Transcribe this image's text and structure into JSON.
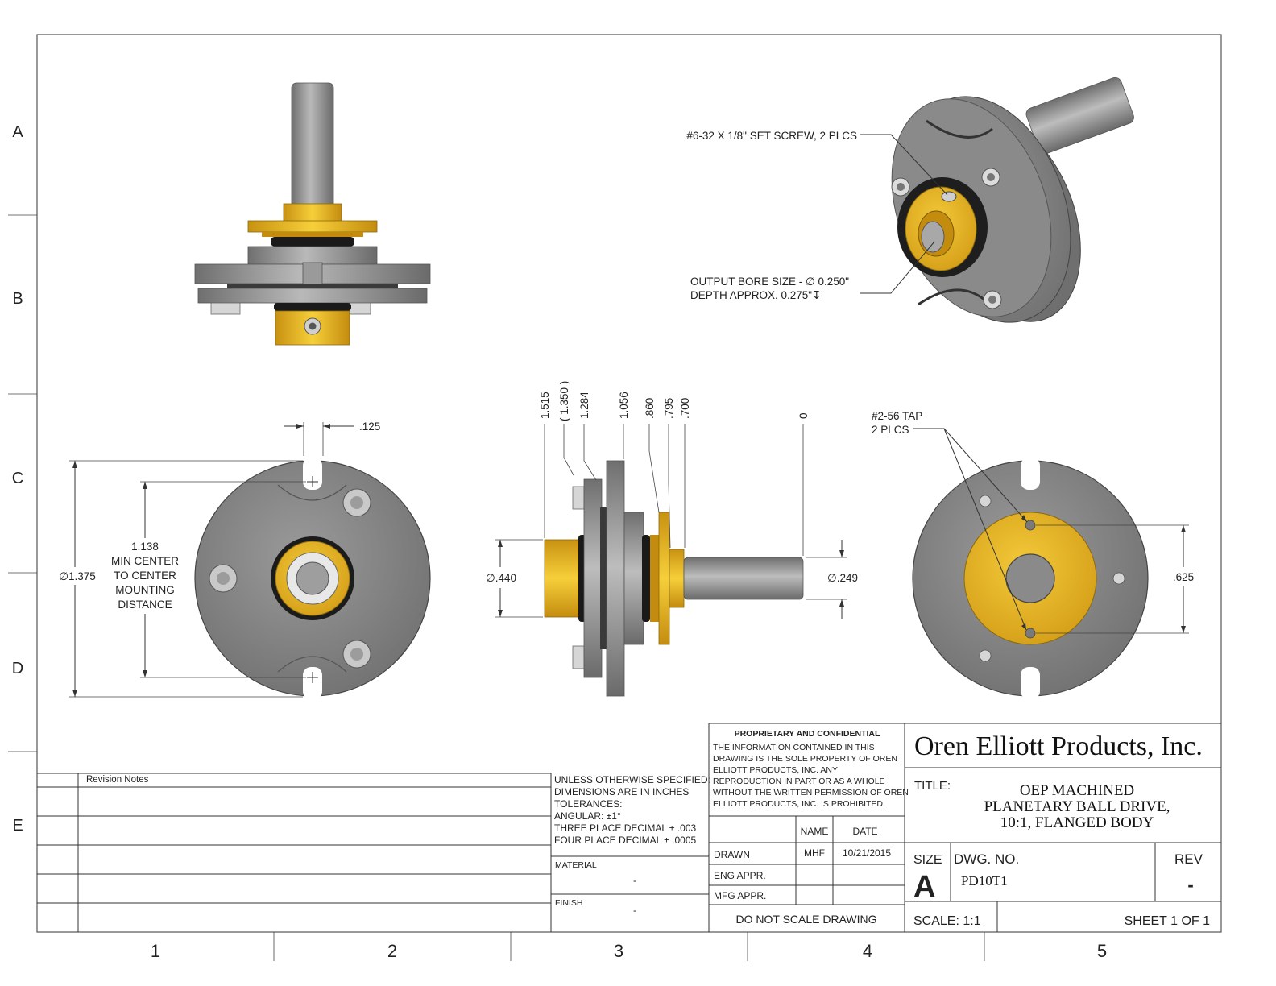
{
  "zones": {
    "rows": [
      "A",
      "B",
      "C",
      "D",
      "E"
    ],
    "cols": [
      "1",
      "2",
      "3",
      "4",
      "5"
    ]
  },
  "colors": {
    "gold": "#e8b923",
    "gold_dark": "#b8860b",
    "steel": "#8c8c8c",
    "steel_light": "#b4b4b4",
    "steel_dark": "#5e5e5e"
  },
  "callouts": {
    "set_screw": "#6-32 X 1/8\" SET SCREW, 2 PLCS",
    "bore_line1": "OUTPUT BORE SIZE - ∅ 0.250\"",
    "bore_line2": "DEPTH APPROX. 0.275\"↧",
    "tap_line1": "#2-56 TAP",
    "tap_line2": "2 PLCS"
  },
  "dimensions": {
    "front_left": {
      "slot_width": ".125",
      "min_center": [
        "1.138",
        "MIN CENTER",
        "TO CENTER",
        "MOUNTING",
        "DISTANCE"
      ],
      "diameter": "∅1.375"
    },
    "side": {
      "ords": [
        "1.515",
        "( 1.350 )",
        "1.284",
        "1.056",
        ".860",
        ".795",
        ".700",
        "0"
      ],
      "left_dia": "∅.440",
      "shaft_dia": "∅.249"
    },
    "back_right": {
      "tap_spacing": ".625"
    }
  },
  "revision": {
    "header": "Revision Notes"
  },
  "tolerances": {
    "lines": [
      "UNLESS OTHERWISE SPECIFIED:",
      "DIMENSIONS ARE IN INCHES",
      "TOLERANCES:",
      "ANGULAR: ±1°",
      "THREE PLACE DECIMAL ± .003",
      "FOUR PLACE DECIMAL ± .0005"
    ]
  },
  "material": {
    "label": "MATERIAL",
    "value": "-"
  },
  "finish": {
    "label": "FINISH",
    "value": "-"
  },
  "proprietary": {
    "heading": "PROPRIETARY AND CONFIDENTIAL",
    "lines": [
      "THE INFORMATION CONTAINED IN THIS",
      "DRAWING IS THE SOLE PROPERTY OF OREN",
      "ELLIOTT PRODUCTS, INC. ANY",
      "REPRODUCTION IN PART OR AS A WHOLE",
      "WITHOUT THE WRITTEN PERMISSION OF OREN",
      "ELLIOTT PRODUCTS, INC. IS PROHIBITED."
    ]
  },
  "approvals": {
    "name_header": "NAME",
    "date_header": "DATE",
    "drawn_label": "DRAWN",
    "drawn_name": "MHF",
    "drawn_date": "10/21/2015",
    "eng_label": "ENG APPR.",
    "mfg_label": "MFG APPR.",
    "no_scale": "DO NOT SCALE DRAWING"
  },
  "title_block": {
    "company": "Oren Elliott Products, Inc.",
    "title_label": "TITLE:",
    "title_lines": [
      "OEP MACHINED",
      "PLANETARY BALL DRIVE,",
      "10:1, FLANGED BODY"
    ],
    "size_label": "SIZE",
    "size_value": "A",
    "dwg_label": "DWG.  NO.",
    "dwg_value": "PD10T1",
    "rev_label": "REV",
    "rev_value": "-",
    "scale": "SCALE: 1:1",
    "sheet": "SHEET 1 OF 1"
  }
}
